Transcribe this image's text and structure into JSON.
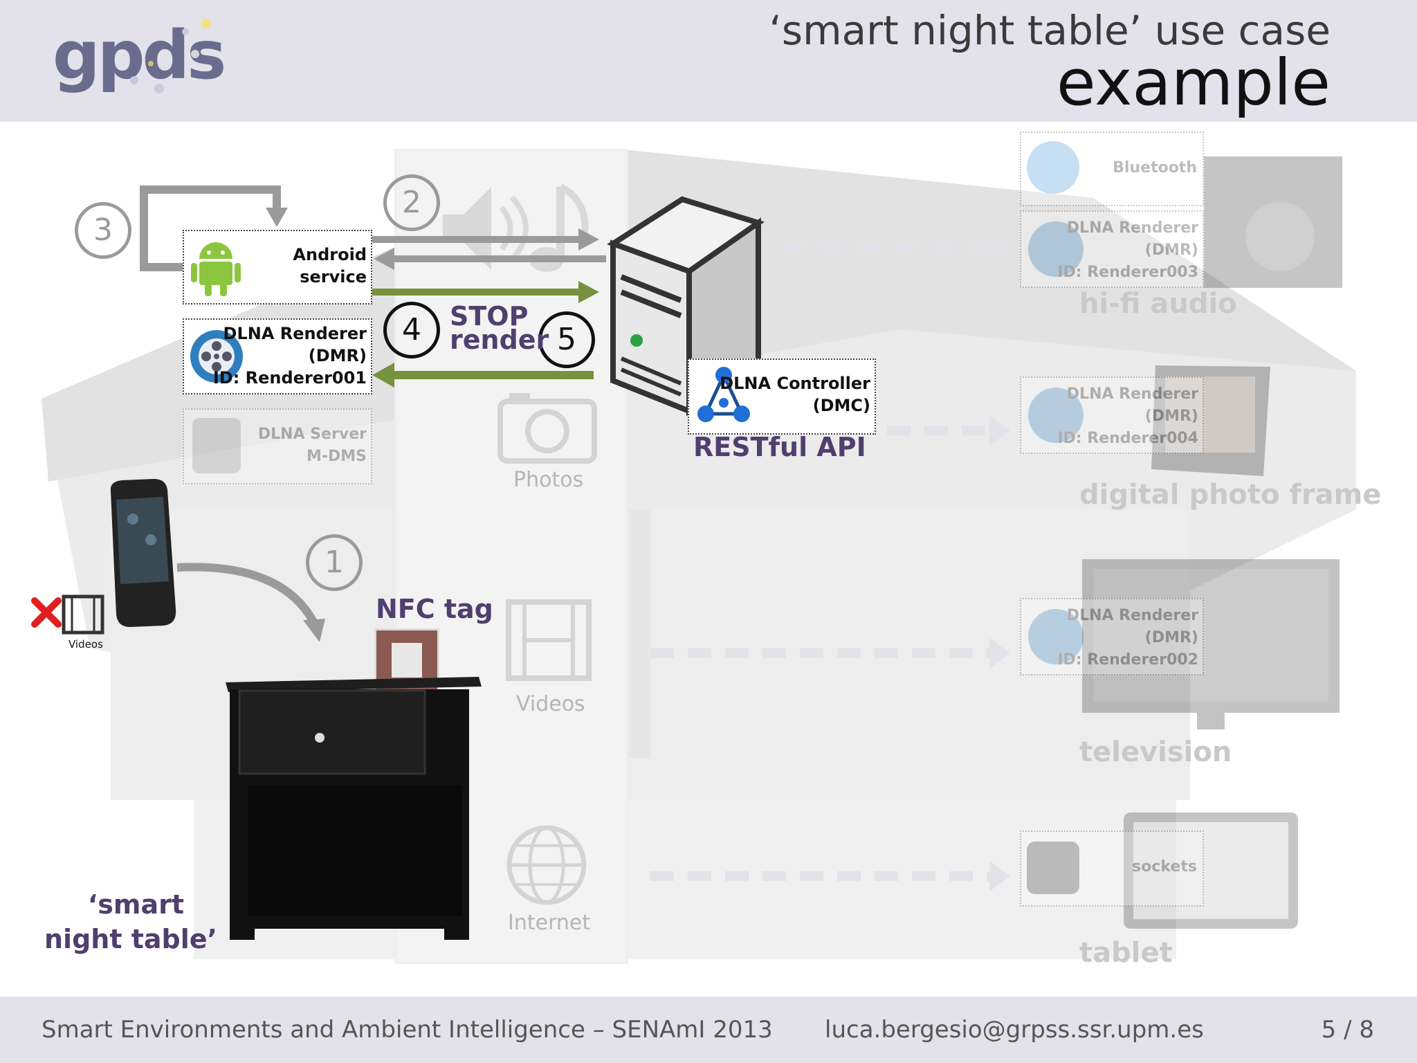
{
  "header": {
    "logo_text": "gpds",
    "title_line1": "‘smart night table’ use case",
    "title_line2": "example"
  },
  "android_service": {
    "label_line1": "Android",
    "label_line2": "service"
  },
  "dmr_local": {
    "line1": "DLNA Renderer",
    "line2": "(DMR)",
    "line3": "ID: Renderer001"
  },
  "dlna_server": {
    "line1": "DLNA Server",
    "line2": "M-DMS"
  },
  "controller": {
    "line1": "DLNA Controller",
    "line2": "(DMC)",
    "api_label": "RESTful API"
  },
  "steps": {
    "one": "1",
    "two": "2",
    "three": "3",
    "four": "4",
    "five": "5"
  },
  "stop_render": {
    "line1": "STOP",
    "line2": "render"
  },
  "nfc_label": "NFC tag",
  "phone": {
    "videos_label": "Videos"
  },
  "night_table_label": {
    "line1": "‘smart",
    "line2": "night table’"
  },
  "media_panel": {
    "photos": "Photos",
    "videos": "Videos",
    "internet": "Internet"
  },
  "devices": {
    "bluetooth": "Bluetooth",
    "hifi": {
      "line1": "DLNA Renderer",
      "line2": "(DMR)",
      "line3": "ID: Renderer003",
      "caption": "hi-fi audio"
    },
    "photo_frame": {
      "line1": "DLNA Renderer",
      "line2": "(DMR)",
      "line3": "ID: Renderer004",
      "caption": "digital photo frame"
    },
    "tv": {
      "line1": "DLNA Renderer",
      "line2": "(DMR)",
      "line3": "ID: Renderer002",
      "caption": "television"
    },
    "sockets": {
      "label": "sockets",
      "caption": "tablet"
    }
  },
  "footer": {
    "conference": "Smart Environments and Ambient Intelligence – SENAmI 2013",
    "email": "luca.bergesio@grpss.ssr.upm.es",
    "page": "5 / 8"
  },
  "colors": {
    "accent_green": "#76923c",
    "arrow_gray": "#9a9a9a",
    "label_purple": "#4f3f6e",
    "header_bg": "#e3e2ea"
  }
}
